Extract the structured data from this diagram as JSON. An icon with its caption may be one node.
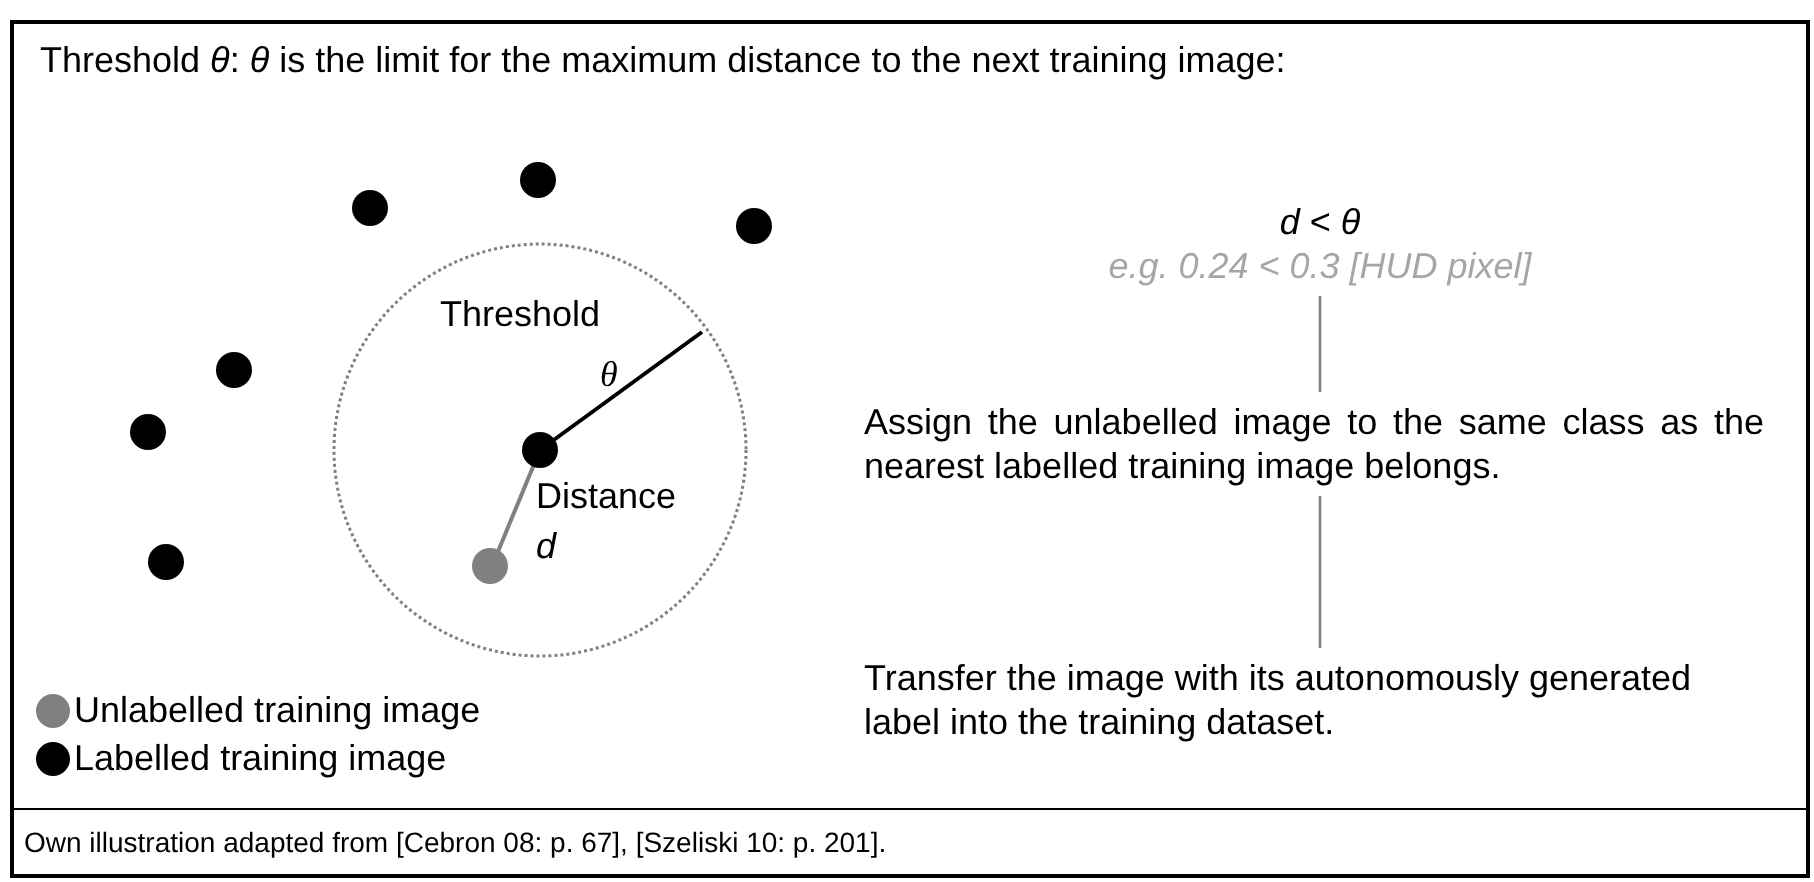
{
  "diagram": {
    "title": "Threshold *θ*: *θ* is the limit for the maximum distance to the next training image:",
    "caption": "Own illustration adapted from [Cebron 08: p. 67], [Szeliski 10: p. 201].",
    "nodes": [
      {
        "text": [
          "*d* < *θ*",
          "e.g. 0.24 < 0.3 [HUD pixel]"
        ]
      },
      {
        "text": [
          "Assign the unlabelled image to the same class as the nearest labelled training image belongs."
        ]
      },
      {
        "text": [
          "Transfer the image with its autonomously generated label into the training dataset."
        ]
      }
    ],
    "edges": [
      {
        "from": 0,
        "to": 1,
        "arrow": "none"
      },
      {
        "from": 1,
        "to": 2,
        "arrow": "none"
      }
    ],
    "labels": [
      "Threshold",
      "θ",
      "Distance",
      "d"
    ],
    "legend": [
      {
        "text": "Unlabelled training image",
        "color": "#808080"
      },
      {
        "text": "Labelled training image",
        "color": "#000000"
      }
    ]
  }
}
